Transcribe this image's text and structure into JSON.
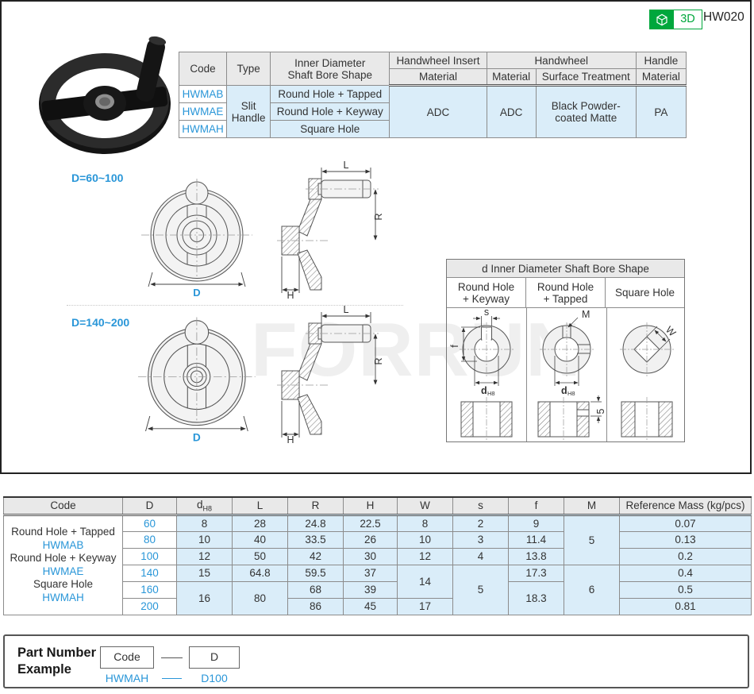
{
  "header": {
    "model_code": "HW020",
    "badge_3d_label": "3D"
  },
  "colors": {
    "accent_blue": "#2996d8",
    "badge_green": "#00a73c",
    "cell_blue": "#daedf9",
    "header_gray": "#e9e9e9"
  },
  "spec_table": {
    "col_code": "Code",
    "col_type": "Type",
    "col_bore": "Inner Diameter Shaft Bore Shape",
    "col_insert": "Handwheel Insert",
    "col_handwheel": "Handwheel",
    "col_handle": "Handle",
    "col_material": "Material",
    "col_surface": "Surface Treatment",
    "rows": [
      {
        "code": "HWMAB",
        "bore": "Round Hole + Tapped"
      },
      {
        "code": "HWMAE",
        "bore": "Round Hole + Keyway"
      },
      {
        "code": "HWMAH",
        "bore": "Square Hole"
      }
    ],
    "type_value": "Slit Handle",
    "insert_material": "ADC",
    "handwheel_material": "ADC",
    "surface_value": "Black Powder-coated Matte",
    "handle_material": "PA"
  },
  "drawings": {
    "label_small": "D=60~100",
    "label_large": "D=140~200",
    "dim_d": "D",
    "dim_l": "L",
    "dim_r": "R",
    "dim_h": "H"
  },
  "bore_table": {
    "title": "d Inner Diameter Shaft Bore Shape",
    "col1": "Round Hole + Keyway",
    "col2": "Round Hole + Tapped",
    "col3": "Square Hole",
    "dim_s": "s",
    "dim_f": "f",
    "dim_d_main": "d",
    "dim_d_sub": "H8",
    "dim_m": "M",
    "dim_w": "W",
    "dim_depth": "5"
  },
  "dim_table": {
    "h_code": "Code",
    "h_d": "D",
    "h_dh8_main": "d",
    "h_dh8_sub": "H8",
    "h_l": "L",
    "h_r": "R",
    "h_h": "H",
    "h_w": "W",
    "h_s": "s",
    "h_f": "f",
    "h_m": "M",
    "h_mass": "Reference Mass (kg/pcs)",
    "code_lines": [
      "Round Hole + Tapped",
      "HWMAB",
      "Round Hole + Keyway",
      "HWMAE",
      "Square Hole",
      "HWMAH"
    ],
    "rows": [
      {
        "d": "60",
        "dh8": "8",
        "l": "28",
        "r": "24.8",
        "h": "22.5",
        "w": "8",
        "s": "2",
        "f": "9",
        "m": "5",
        "mass": "0.07"
      },
      {
        "d": "80",
        "dh8": "10",
        "l": "40",
        "r": "33.5",
        "h": "26",
        "w": "10",
        "s": "3",
        "f": "11.4",
        "mass": "0.13"
      },
      {
        "d": "100",
        "dh8": "12",
        "l": "50",
        "r": "42",
        "h": "30",
        "w": "12",
        "s": "4",
        "f": "13.8",
        "mass": "0.2"
      },
      {
        "d": "140",
        "dh8": "15",
        "l": "64.8",
        "r": "59.5",
        "h": "37",
        "w": "14",
        "s": "5",
        "f": "17.3",
        "m": "6",
        "mass": "0.4"
      },
      {
        "d": "160",
        "dh8": "16",
        "l": "80",
        "r": "68",
        "h": "39",
        "f": "18.3",
        "mass": "0.5"
      },
      {
        "d": "200",
        "r": "86",
        "h": "45",
        "w": "17",
        "mass": "0.81"
      }
    ]
  },
  "part_number": {
    "title_line1": "Part Number",
    "title_line2": "Example",
    "box_code": "Code",
    "box_d": "D",
    "example_code": "HWMAH",
    "example_value": "D100"
  },
  "watermark": "FORRUN"
}
